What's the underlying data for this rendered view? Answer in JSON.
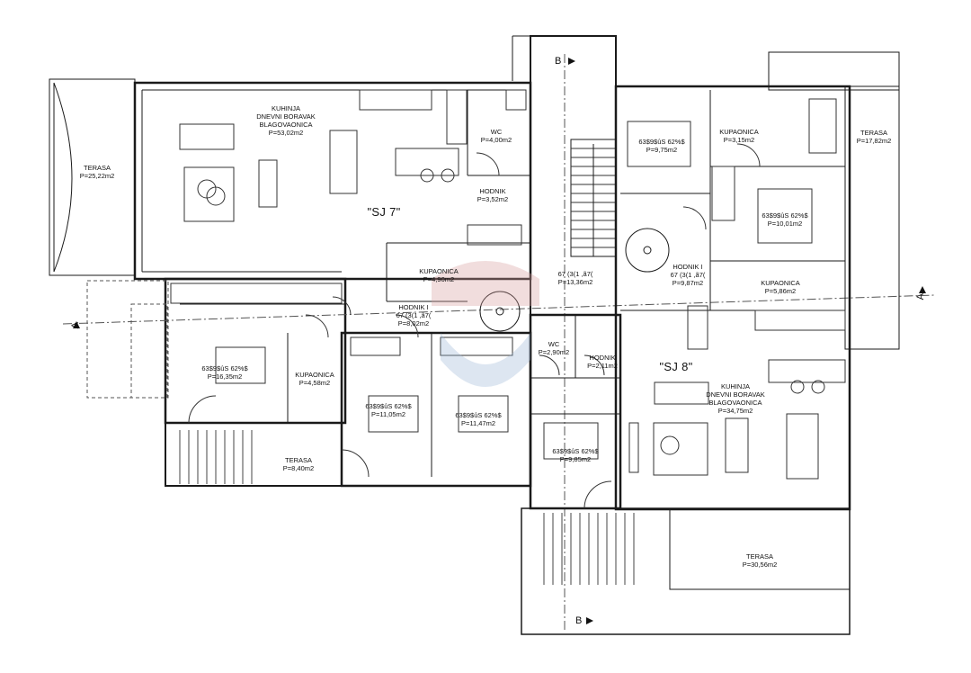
{
  "units": {
    "sj7": "\"SJ 7\"",
    "sj8": "\"SJ 8\""
  },
  "sections": {
    "a_left": "A",
    "a_right": "A",
    "b_top": "B",
    "b_bottom": "B"
  },
  "rooms": {
    "terasa_w": {
      "name": "TERASA",
      "area": "P=25,22m2"
    },
    "kuhinja7": {
      "name": "KUHINJA\nDNEVNI BORAVAK\nBLAGOVAONICA",
      "area": "P=53,02m2"
    },
    "wc7": {
      "name": "WC",
      "area": "P=4,00m2"
    },
    "hodnik7": {
      "name": "HODNIK",
      "area": "P=3,52m2"
    },
    "kupaonica7a": {
      "name": "KUPAONICA",
      "area": "P=4,90m2"
    },
    "hodnik7i": {
      "name": "HODNIK I\n67 (3(1 ,ã7(",
      "area": "P=8,02m2"
    },
    "stair": {
      "name": "67 (3(1 ,ã7(",
      "area": "P=13,36m2"
    },
    "soba7a": {
      "name": "63$9$ûS 62%$",
      "area": "P=16,35m2"
    },
    "kupaonica7b": {
      "name": "KUPAONICA",
      "area": "P=4,58m2"
    },
    "soba7b": {
      "name": "63$9$ûS 62%$",
      "area": "P=11,05m2"
    },
    "soba7c": {
      "name": "63$9$ûS 62%$",
      "area": "P=11,47m2"
    },
    "terasa_s7": {
      "name": "TERASA",
      "area": "P=8,40m2"
    },
    "wc8": {
      "name": "WC",
      "area": "P=2,90m2"
    },
    "hodnik8": {
      "name": "HODNIK",
      "area": "P=2,11m2"
    },
    "soba8c": {
      "name": "63$9$ûS 62%$",
      "area": "P=9,85m2"
    },
    "soba8a": {
      "name": "63$9$ûS 62%$",
      "area": "P=9,75m2"
    },
    "kupaonica8a": {
      "name": "KUPAONICA",
      "area": "P=3,15m2"
    },
    "terasa_ne": {
      "name": "TERASA",
      "area": "P=17,82m2"
    },
    "soba8b": {
      "name": "63$9$ûS 62%$",
      "area": "P=10,01m2"
    },
    "hodnik8i": {
      "name": "HODNIK I\n67 (3(1 ,ã7(",
      "area": "P=9,87m2"
    },
    "kupaonica8b": {
      "name": "KUPAONICA",
      "area": "P=5,86m2"
    },
    "kuhinja8": {
      "name": "KUHINJA\nDNEVNI BORAVAK\nBLAGOVAONICA",
      "area": "P=34,75m2"
    },
    "terasa_s8": {
      "name": "TERASA",
      "area": "P=30,56m2"
    }
  },
  "colors": {
    "line": "#1a1a1a",
    "hatch": "#444444",
    "watermark": "#d9a0a0"
  }
}
